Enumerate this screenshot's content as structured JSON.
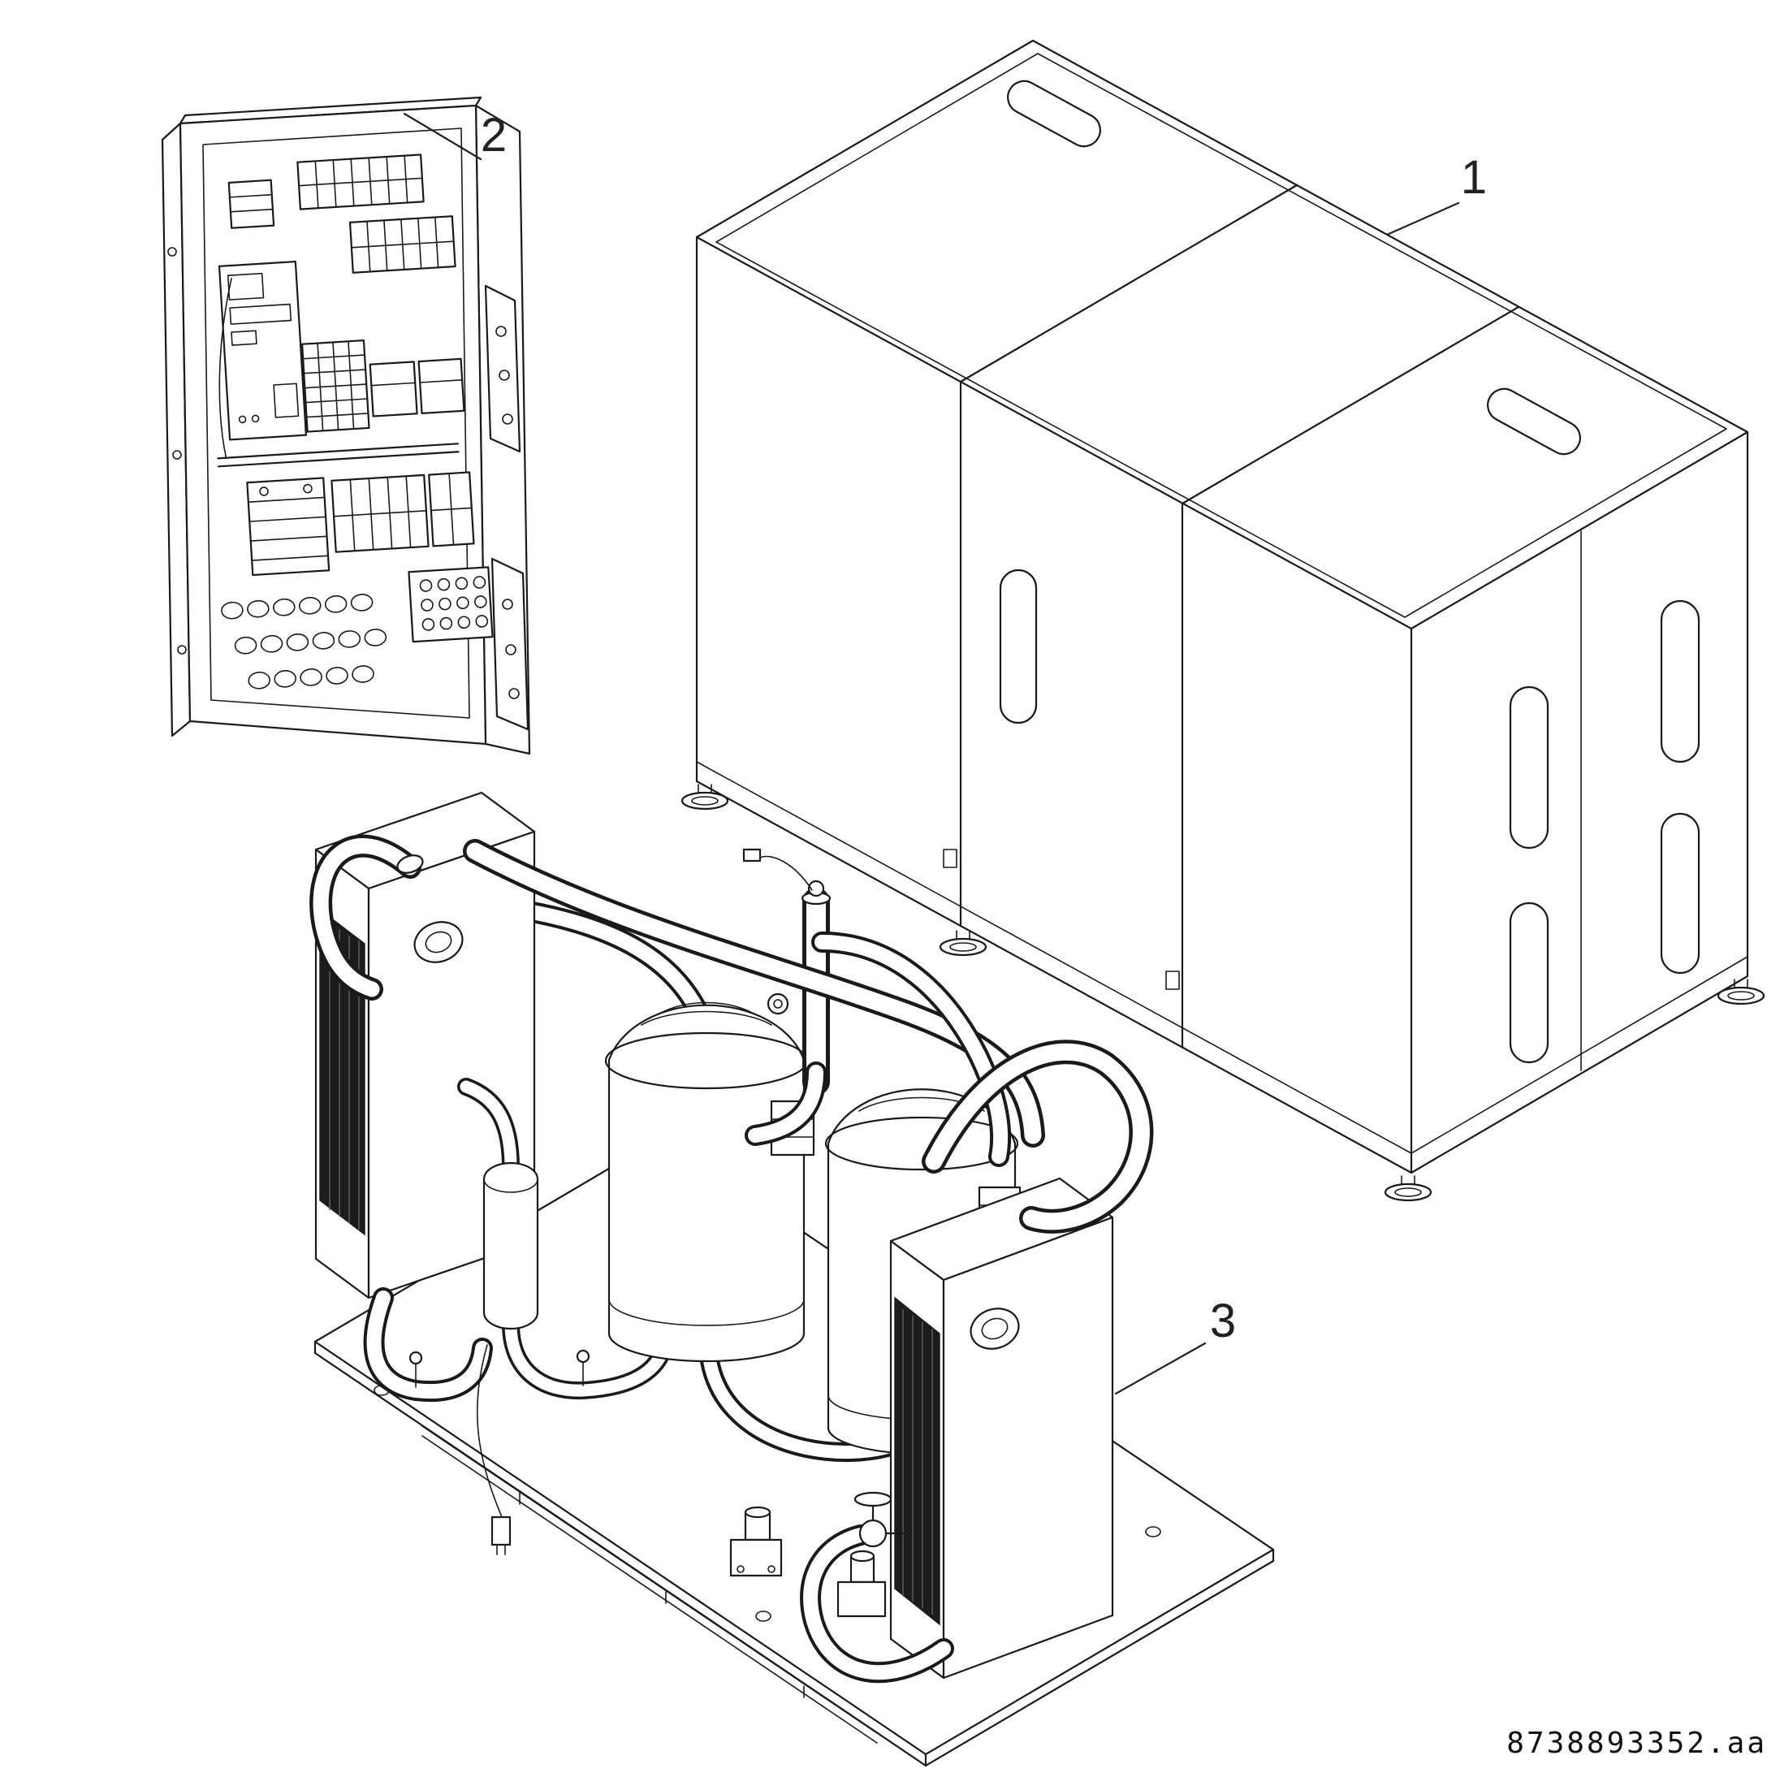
{
  "diagram": {
    "background_color": "#ffffff",
    "line_color": "#1a1a1a",
    "callouts": [
      {
        "label": "1"
      },
      {
        "label": "2"
      },
      {
        "label": "3"
      }
    ],
    "part_code": "8738893352.aa"
  }
}
